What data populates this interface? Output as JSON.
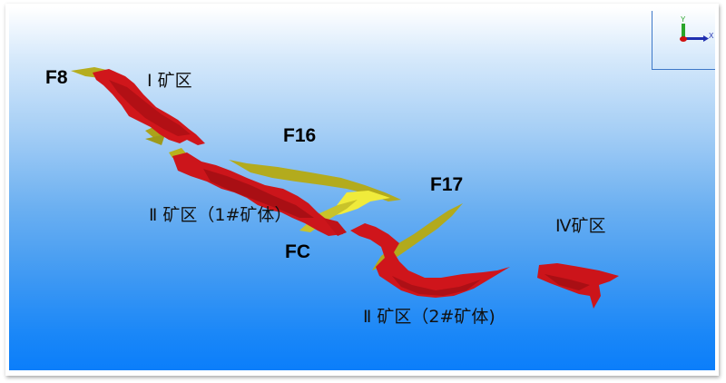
{
  "viewer": {
    "background_top": "#ffffff",
    "background_bottom": "#0b7efa",
    "orebody_color": "#d4141a",
    "fault_color": "#b8b21e",
    "fault_highlight": "#f2ee3a"
  },
  "axis_triad": {
    "y_label": "Y",
    "x_label": "X",
    "y_color": "#2aa52a",
    "x_color": "#1f2fb0",
    "origin_color": "#d01010"
  },
  "faults": [
    {
      "id": "F8",
      "label": "F8"
    },
    {
      "id": "F16",
      "label": "F16"
    },
    {
      "id": "F17",
      "label": "F17"
    },
    {
      "id": "FC",
      "label": "FC"
    }
  ],
  "zones": [
    {
      "id": "zone-1",
      "label": "Ⅰ 矿区"
    },
    {
      "id": "zone-2-orebody-1",
      "label": "Ⅱ 矿区（1#矿体）"
    },
    {
      "id": "zone-2-orebody-2",
      "label": "Ⅱ 矿区（2#矿体)"
    },
    {
      "id": "zone-4",
      "label": "Ⅳ矿区"
    }
  ]
}
